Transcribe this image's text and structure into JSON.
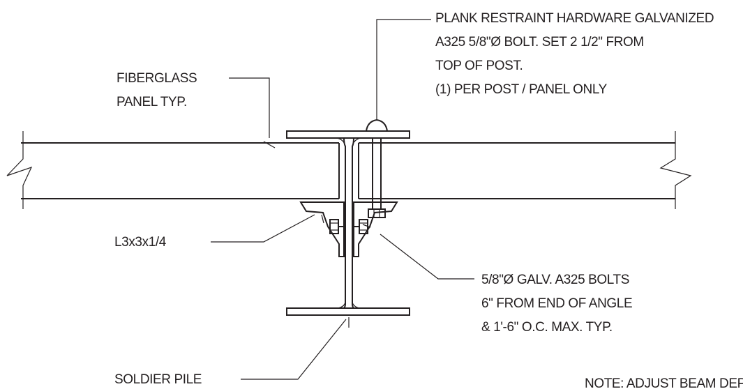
{
  "labels": {
    "restraint": [
      "PLANK RESTRAINT HARDWARE GALVANIZED",
      "A325 5/8\"Ø BOLT. SET 2 1/2\" FROM",
      "TOP OF POST.",
      "(1) PER POST / PANEL ONLY"
    ],
    "panel": [
      "FIBERGLASS",
      "PANEL TYP."
    ],
    "angle": [
      "L3x3x1/4"
    ],
    "bolts": [
      "5/8\"Ø GALV. A325 BOLTS",
      "6\" FROM END OF ANGLE",
      "& 1'-6\" O.C. MAX. TYP."
    ],
    "pile": [
      "SOLDIER PILE"
    ],
    "note": [
      "NOTE: ADJUST BEAM DEPT"
    ]
  }
}
